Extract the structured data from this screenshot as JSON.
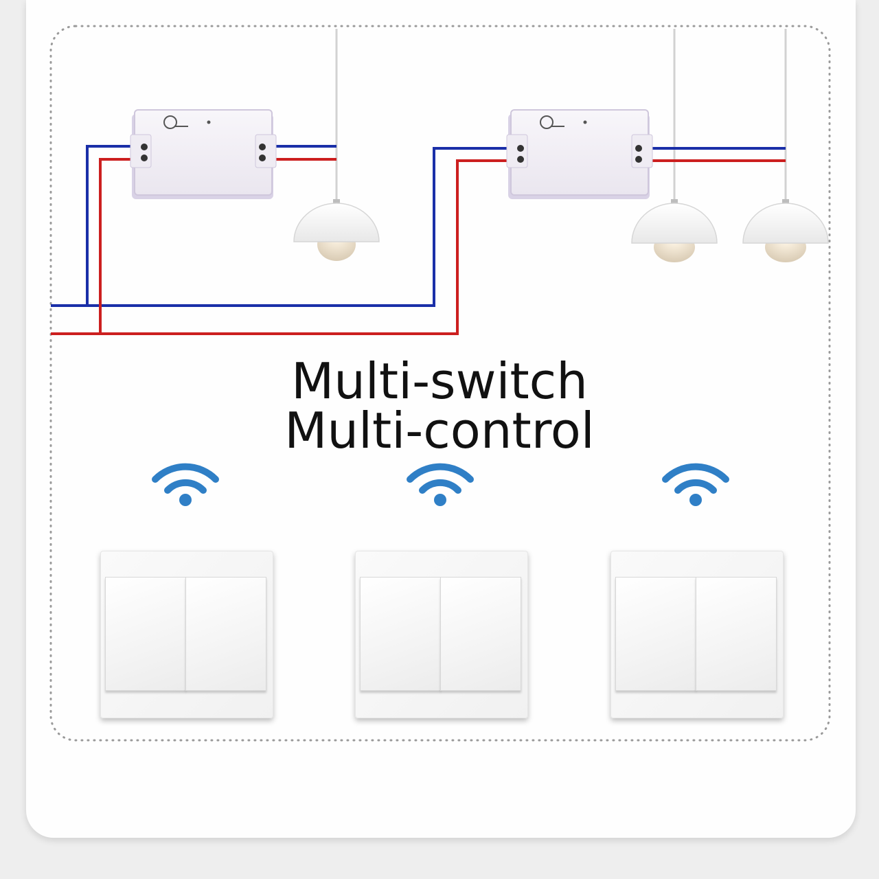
{
  "title": {
    "line1": "Multi-switch",
    "line2": "Multi-control"
  },
  "colors": {
    "live_wire": "#cc1f1f",
    "neutral_wire": "#1a2fa8",
    "wifi": "#2f7fc6",
    "dotted_border": "#9a9a9a"
  },
  "diagram": {
    "modules": [
      "relay-module",
      "relay-module"
    ],
    "lamps": [
      "pendant-lamp",
      "pendant-lamp",
      "pendant-lamp"
    ],
    "wall_switches": [
      "double-rocker-switch",
      "double-rocker-switch",
      "double-rocker-switch"
    ],
    "wifi_icons": [
      "wifi-icon",
      "wifi-icon",
      "wifi-icon"
    ]
  }
}
